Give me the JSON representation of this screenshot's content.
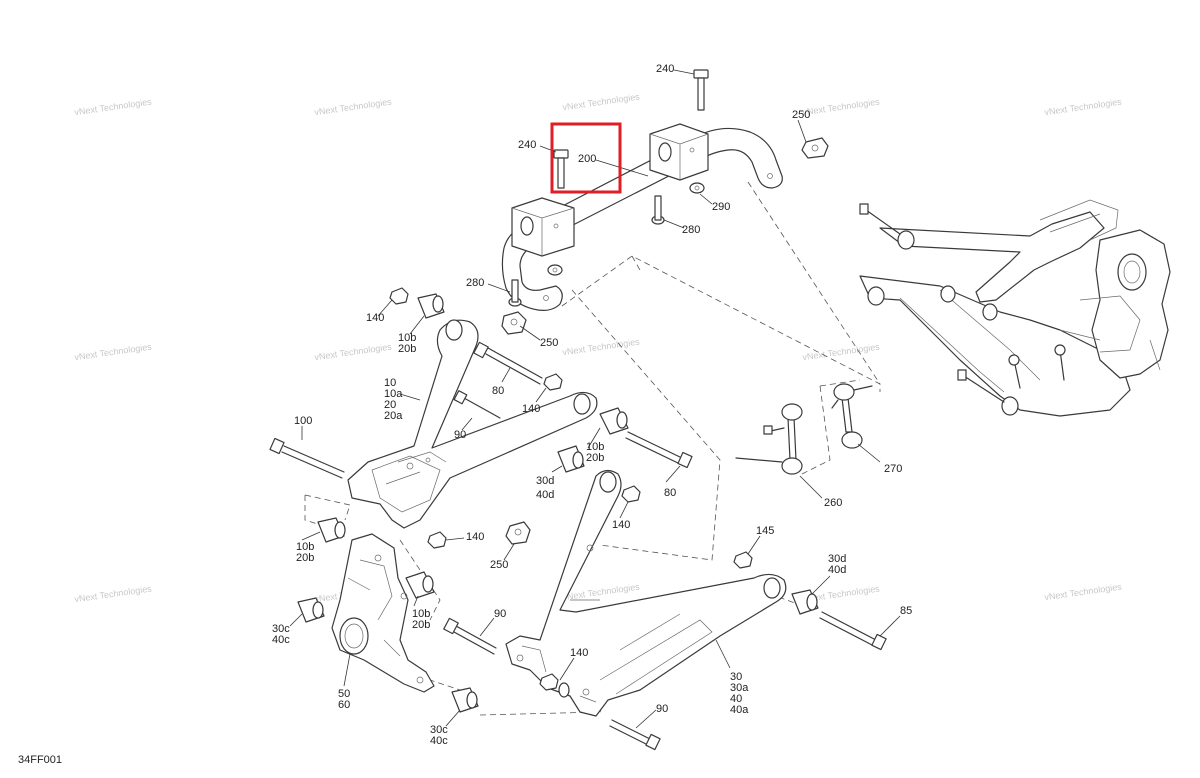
{
  "figure_code": "34FF001",
  "watermark_text": "vNext Technologies",
  "highlight_color": "#e01e25",
  "callouts": {
    "c240a": "240",
    "c240b": "240",
    "c200": "200",
    "c250a": "250",
    "c290": "290",
    "c280a": "280",
    "c280b": "280",
    "c250b": "250",
    "c140a": "140",
    "c10b20b_a1": "10b",
    "c10b20b_a2": "20b",
    "c10": "10",
    "c10a": "10a",
    "c20": "20",
    "c20a": "20a",
    "c80a": "80",
    "c140b": "140",
    "c90a": "90",
    "c100": "100",
    "c10b20b_b1": "10b",
    "c10b20b_b2": "20b",
    "c30d40d_a1": "30d",
    "c30d40d_a2": "40d",
    "c80b": "80",
    "c140c": "140",
    "c140d": "140",
    "c250c": "250",
    "c10b20b_c1": "10b",
    "c10b20b_c2": "20b",
    "c10b20b_d1": "10b",
    "c10b20b_d2": "20b",
    "c30c40c_a1": "30c",
    "c30c40c_a2": "40c",
    "c90b": "90",
    "c50": "50",
    "c60": "60",
    "c30c40c_b1": "30c",
    "c30c40c_b2": "40c",
    "c140e": "140",
    "c90c": "90",
    "c145": "145",
    "c30d40d_b1": "30d",
    "c30d40d_b2": "40d",
    "c85": "85",
    "c30": "30",
    "c30a": "30a",
    "c40": "40",
    "c40a": "40a",
    "c260": "260",
    "c270": "270"
  }
}
